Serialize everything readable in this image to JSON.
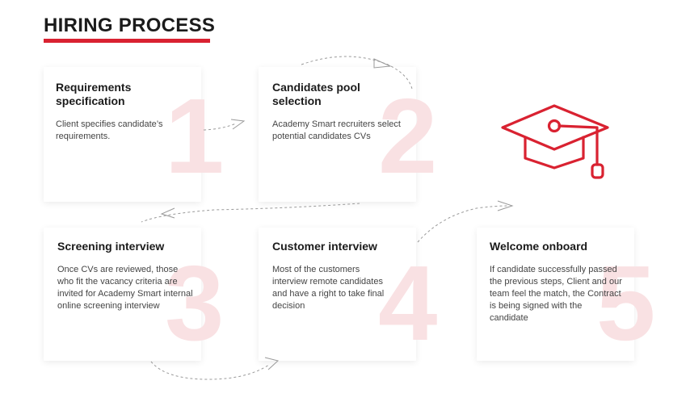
{
  "page": {
    "title": "HIRING PROCESS",
    "accent_color": "#d92231",
    "number_color": "#f9e1e3"
  },
  "steps": [
    {
      "number": "1",
      "title": "Requirements specification",
      "description": "Client specifies candidate’s requirements."
    },
    {
      "number": "2",
      "title": "Candidates pool selection",
      "description": "Academy Smart recruiters select potential candidates CVs"
    },
    {
      "number": "3",
      "title": "Screening interview",
      "description": "Once CVs are reviewed, those who fit the vacancy criteria are invited for Academy Smart internal online screening interview"
    },
    {
      "number": "4",
      "title": "Customer interview",
      "description": "Most of the customers interview remote candidates and have a right to take final decision"
    },
    {
      "number": "5",
      "title": "Welcome onboard",
      "description": "If candidate successfully passed the previous steps, Client and our team feel the match, the Contract is being signed with the candidate"
    }
  ],
  "icons": {
    "graduation": "graduation-cap-icon"
  }
}
